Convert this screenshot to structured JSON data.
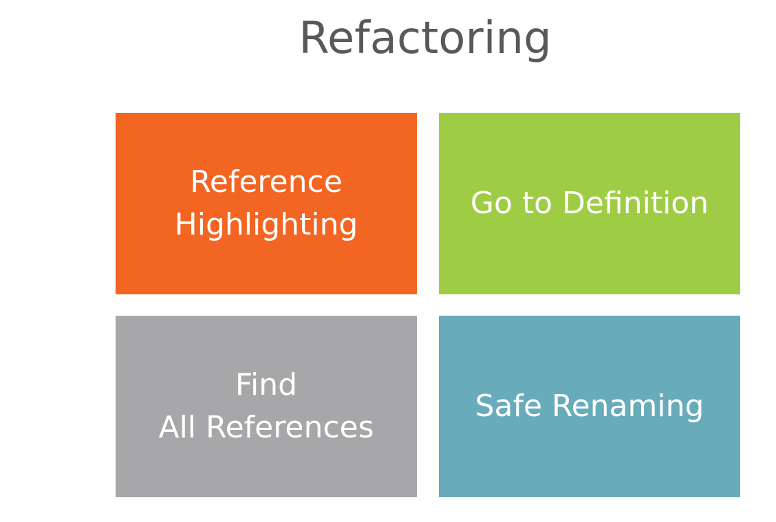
{
  "title": "Refactoring",
  "tiles": [
    {
      "label": "Reference\nHighlighting",
      "color": "#f26522"
    },
    {
      "label": "Go to Definition",
      "color": "#9fcc45"
    },
    {
      "label": "Find\nAll References",
      "color": "#a7a7a9"
    },
    {
      "label": "Safe Renaming",
      "color": "#68abbb"
    }
  ]
}
